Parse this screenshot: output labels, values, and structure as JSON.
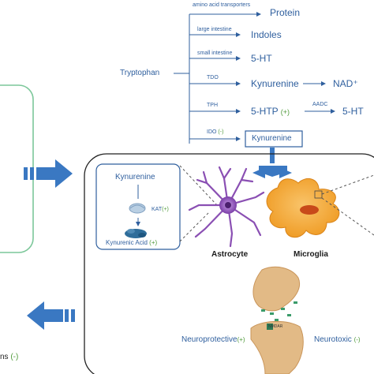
{
  "pathway": {
    "source": "Tryptophan",
    "branches": [
      {
        "label": "amino acid transporters",
        "product": "Protein"
      },
      {
        "label": "large intestine",
        "product": "Indoles"
      },
      {
        "label": "small intestine",
        "product": "5-HT"
      },
      {
        "label": "TDO",
        "product": "Kynurenine",
        "next_product": "NAD⁺"
      },
      {
        "label": "TPH",
        "product": "5-HTP",
        "modifier": "(+)",
        "next_label": "AADC",
        "next_product": "5-HT"
      },
      {
        "label": "IDO",
        "modifier": "(-)",
        "product": "Kynurenine"
      }
    ]
  },
  "inset": {
    "top": "Kynurenine",
    "enzyme": "KAT",
    "enzyme_modifier": "(+)",
    "product": "Kynurenic Acid",
    "product_modifier": "(+)"
  },
  "cells": {
    "astrocyte": "Astrocyte",
    "microglia": "Microglia"
  },
  "synapse": {
    "receptor": "NMDAR",
    "left_label": "Neuroprotective",
    "left_modifier": "(+)",
    "right_label": "Neurotoxic",
    "right_modifier": "(-)"
  },
  "cut_off_text": {
    "bottom_left": "ns",
    "bottom_left_modifier": "(-)"
  },
  "colors": {
    "text_blue": "#2f5f9e",
    "positive_green": "#4f9a3a",
    "arrow_blue": "#3a78c2",
    "astrocyte_purple": "#8a4fb3",
    "microglia_orange": "#f0a030",
    "synapse_tan": "#e2ba86",
    "side_panel_green": "#7cc79a"
  }
}
